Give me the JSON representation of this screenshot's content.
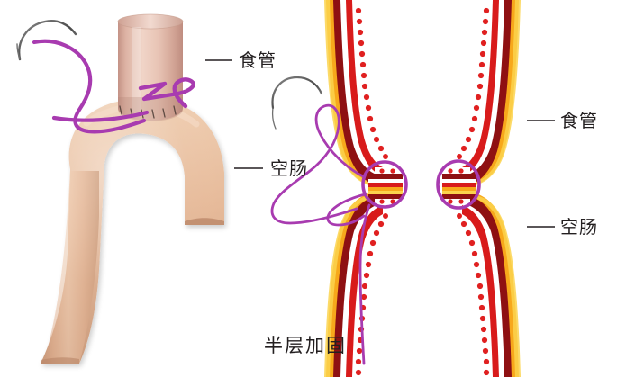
{
  "figure": {
    "title_caption": "半层加固",
    "domain": "medical-surgical-illustration",
    "subject": "esophagojejunostomy half-layer reinforcement suture"
  },
  "colors": {
    "esophagus_fill": "#e0b4a4",
    "esophagus_fill_light": "#eccfc4",
    "esophagus_fill_dark": "#c6968a",
    "jejunum_fill": "#e5b392",
    "jejunum_fill_light": "#f0cdb2",
    "jejunum_fill_dark": "#c8977a",
    "suture_purple": "#a83bb0",
    "suture_purple_dark": "#8e2f96",
    "needle_gray": "#595959",
    "serosa_orange": "#f7a81b",
    "serosa_yellow": "#fbd34d",
    "muscularis_dark_red": "#8e1012",
    "mucosa_red": "#d81b1b",
    "villi_red": "#e02020",
    "lumen_white": "#ffffff",
    "label_text": "#231f20",
    "leader_line": "#231f20",
    "background": "#ffffff"
  },
  "panels": {
    "left": {
      "name": "three-dimensional-anastomosis-view",
      "labels": [
        {
          "id": "esophagus",
          "text": "食管"
        },
        {
          "id": "jejunum",
          "text": "空肠"
        }
      ],
      "elements": [
        "esophagus-stump-cylinder",
        "jejunum-loop",
        "surgical-needle",
        "purple-suture-thread",
        "stitch-marks"
      ]
    },
    "middle": {
      "name": "cross-section-suturing-in-progress",
      "elements": [
        "bowel-wall-cross-section",
        "mucosal-villi",
        "anastomosis-constriction",
        "purple-suture-loop",
        "surgical-needle",
        "purple-suture-thread"
      ]
    },
    "right": {
      "name": "cross-section-completed-anastomosis",
      "labels": [
        {
          "id": "esophagus",
          "text": "食管"
        },
        {
          "id": "jejunum",
          "text": "空肠"
        }
      ],
      "elements": [
        "bowel-wall-cross-section",
        "mucosal-villi",
        "anastomosis-constriction",
        "purple-suture-loop"
      ]
    }
  },
  "wall_layers": [
    {
      "name": "serosa",
      "color": "#f7a81b"
    },
    {
      "name": "muscularis",
      "color": "#8e1012"
    },
    {
      "name": "submucosa",
      "color": "#ffffff"
    },
    {
      "name": "mucosa",
      "color": "#d81b1b"
    }
  ]
}
